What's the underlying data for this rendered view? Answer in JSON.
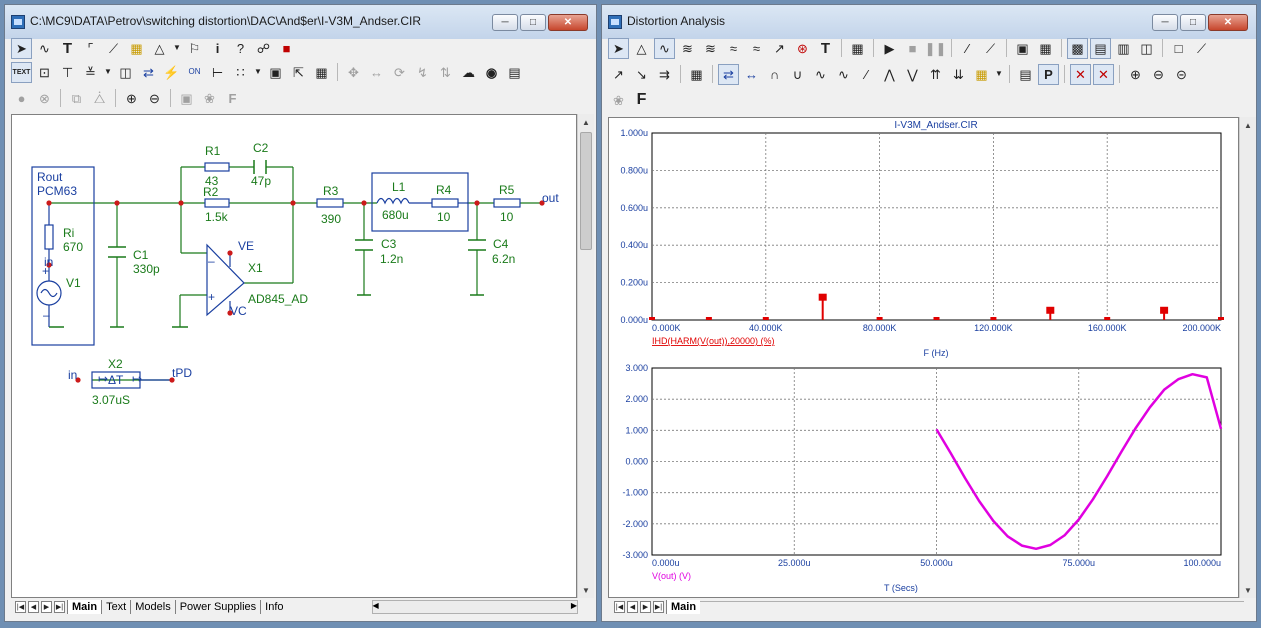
{
  "left_window": {
    "title": "C:\\MC9\\DATA\\Petrov\\switching distortion\\DAC\\And$er\\I-V3M_Andser.CIR",
    "tabs": [
      "Main",
      "Text",
      "Models",
      "Power Supplies",
      "Info"
    ],
    "toolbar_text_button": "TEXT"
  },
  "schematic": {
    "block_label1": "Rout",
    "block_label2": "PCM63",
    "ri_name": "Ri",
    "ri_value": "670",
    "in_label": "in",
    "v1_name": "V1",
    "c1_name": "C1",
    "c1_value": "330p",
    "r1_name": "R1",
    "r1_value": "43",
    "c2_name": "C2",
    "c2_value": "47p",
    "r2_name": "R2",
    "r2_value": "1.5k",
    "ve_label": "VE",
    "vc_label": "VC",
    "x1_name": "X1",
    "x1_value": "AD845_AD",
    "r3_name": "R3",
    "r3_value": "390",
    "l1_name": "L1",
    "l1_value": "680u",
    "r4_name": "R4",
    "r4_value": "10",
    "c3_name": "C3",
    "c3_value": "1.2n",
    "r5_name": "R5",
    "r5_value": "10",
    "out_label": "out",
    "c4_name": "C4",
    "c4_value": "6.2n",
    "x2_name": "X2",
    "x2_value": "3.07uS",
    "x2_in_label": "in",
    "x2_out_label": "tPD",
    "x2_symbol": "ΔT"
  },
  "right_window": {
    "title": "Distortion Analysis",
    "tabs": [
      "Main"
    ],
    "plot_title": "I-V3M_Andser.CIR",
    "font_button": "F"
  },
  "chart_data": [
    {
      "type": "bar",
      "title": "I-V3M_Andser.CIR",
      "xlabel": "F (Hz)",
      "ylabel": "",
      "trace_label": "IHD(HARM(V(out)),20000) (%)",
      "xlim": [
        0,
        200000
      ],
      "ylim": [
        0,
        1.0
      ],
      "x_tick_labels": [
        "0.000K",
        "40.000K",
        "80.000K",
        "120.000K",
        "160.000K",
        "200.000K"
      ],
      "y_tick_labels": [
        "0.000u",
        "0.200u",
        "0.400u",
        "0.600u",
        "0.800u",
        "1.000u"
      ],
      "grid": true,
      "color": "#e00000",
      "x": [
        0,
        20000,
        40000,
        60000,
        80000,
        100000,
        120000,
        140000,
        160000,
        180000,
        200000
      ],
      "values": [
        0.0,
        0.0,
        0.0,
        0.13,
        0.0,
        0.0,
        0.0,
        0.06,
        0.0,
        0.06,
        0.0
      ]
    },
    {
      "type": "line",
      "xlabel": "T (Secs)",
      "ylabel": "",
      "trace_label": "V(out) (V)",
      "xlim": [
        0,
        100
      ],
      "ylim": [
        -3.0,
        3.0
      ],
      "x_tick_labels": [
        "0.000u",
        "25.000u",
        "50.000u",
        "75.000u",
        "100.000u"
      ],
      "y_tick_labels": [
        "-3.000",
        "-2.000",
        "-1.000",
        "0.000",
        "1.000",
        "2.000",
        "3.000"
      ],
      "grid": true,
      "color": "#e000e0",
      "series": [
        {
          "x": [
            50,
            52.5,
            55,
            57.5,
            60,
            62.5,
            65,
            67.5,
            70,
            72.5,
            75,
            77.5,
            80,
            82.5,
            85,
            87.5,
            90,
            92.5,
            95,
            97.5,
            100
          ],
          "values": [
            1.03,
            0.27,
            -0.53,
            -1.27,
            -1.91,
            -2.4,
            -2.7,
            -2.8,
            -2.68,
            -2.37,
            -1.86,
            -1.21,
            -0.47,
            0.31,
            1.07,
            1.74,
            2.3,
            2.64,
            2.8,
            2.7,
            1.05
          ]
        }
      ]
    }
  ]
}
